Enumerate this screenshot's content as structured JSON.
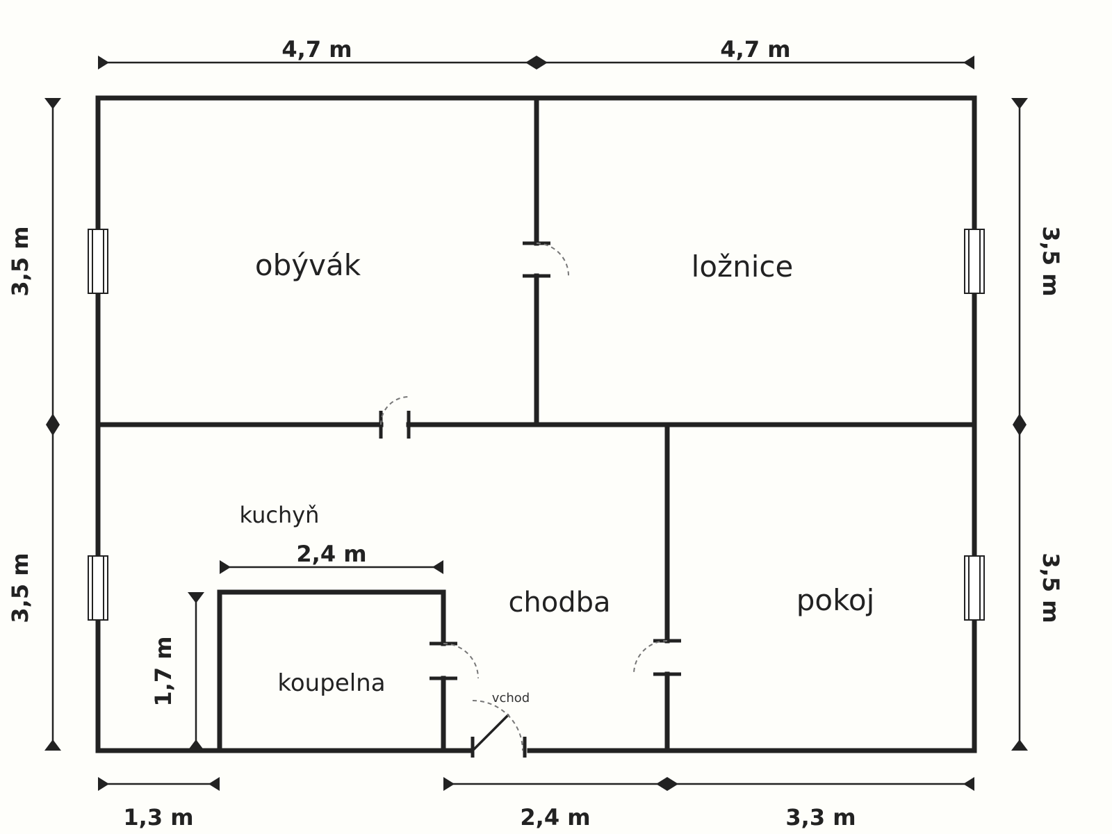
{
  "rooms": {
    "obyvak": "obývák",
    "loznice": "ložnice",
    "kuchyn": "kuchyň",
    "chodba": "chodba",
    "pokoj": "pokoj",
    "koupelna": "koupelna"
  },
  "entrance": "vchod",
  "dimensions": {
    "top_left": "4,7 m",
    "top_right": "4,7 m",
    "left_upper": "3,5 m",
    "left_lower": "3,5 m",
    "right_upper": "3,5 m",
    "right_lower": "3,5 m",
    "bathroom_width": "2,4 m",
    "bathroom_height": "1,7 m",
    "bottom_left": "1,3 m",
    "bottom_middle": "2,4 m",
    "bottom_right": "3,3 m"
  },
  "colors": {
    "wall": "#222222",
    "background": "#fefefa"
  }
}
